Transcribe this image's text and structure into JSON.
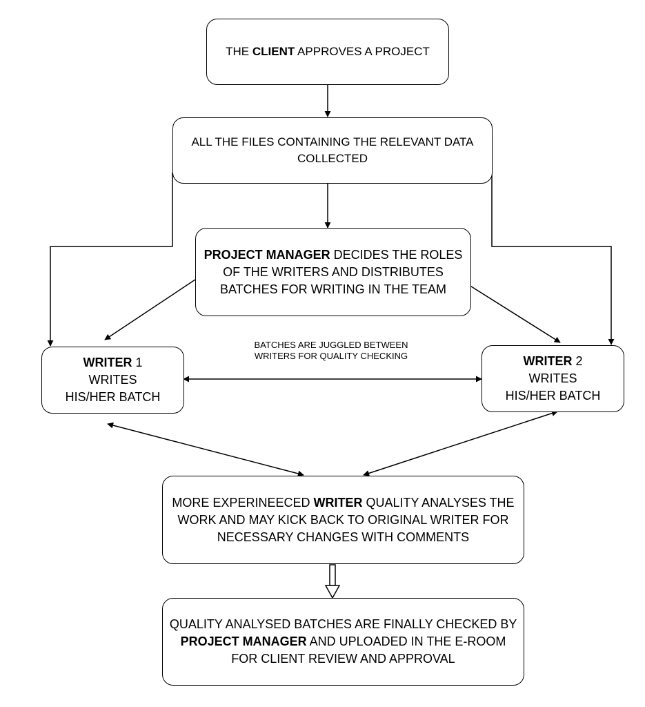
{
  "nodes": {
    "client": {
      "parts": [
        {
          "t": "THE "
        },
        {
          "t": "CLIENT",
          "b": true
        },
        {
          "t": " APPROVES A PROJECT"
        }
      ]
    },
    "files": {
      "parts": [
        {
          "t": "ALL THE FILES CONTAINING THE RELEVANT DATA COLLECTED"
        }
      ]
    },
    "pm": {
      "parts": [
        {
          "t": "PROJECT MANAGER",
          "b": true
        },
        {
          "t": " DECIDES THE ROLES OF THE WRITERS AND DISTRIBUTES BATCHES FOR WRITING IN THE TEAM"
        }
      ]
    },
    "writer1": {
      "parts": [
        {
          "t": "WRITER",
          "b": true
        },
        {
          "t": " 1"
        },
        {
          "br": true
        },
        {
          "t": "WRITES"
        },
        {
          "br": true
        },
        {
          "t": "HIS/HER BATCH"
        }
      ]
    },
    "writer2": {
      "parts": [
        {
          "t": "WRITER",
          "b": true
        },
        {
          "t": " 2"
        },
        {
          "br": true
        },
        {
          "t": "WRITES"
        },
        {
          "br": true
        },
        {
          "t": "HIS/HER BATCH"
        }
      ]
    },
    "qa": {
      "parts": [
        {
          "t": "MORE EXPERINEECED "
        },
        {
          "t": "WRITER",
          "b": true
        },
        {
          "t": " QUALITY ANALYSES THE WORK AND MAY KICK BACK TO ORIGINAL WRITER FOR NECESSARY CHANGES WITH COMMENTS"
        }
      ]
    },
    "final": {
      "parts": [
        {
          "t": "QUALITY ANALYSED BATCHES ARE FINALLY CHECKED BY "
        },
        {
          "t": "PROJECT MANAGER",
          "b": true
        },
        {
          "t": " AND UPLOADED IN THE E-ROOM FOR CLIENT REVIEW AND APPROVAL"
        }
      ]
    }
  },
  "annotations": {
    "juggle_line1": "BATCHES ARE JUGGLED BETWEEN",
    "juggle_line2": "WRITERS FOR QUALITY CHECKING"
  }
}
